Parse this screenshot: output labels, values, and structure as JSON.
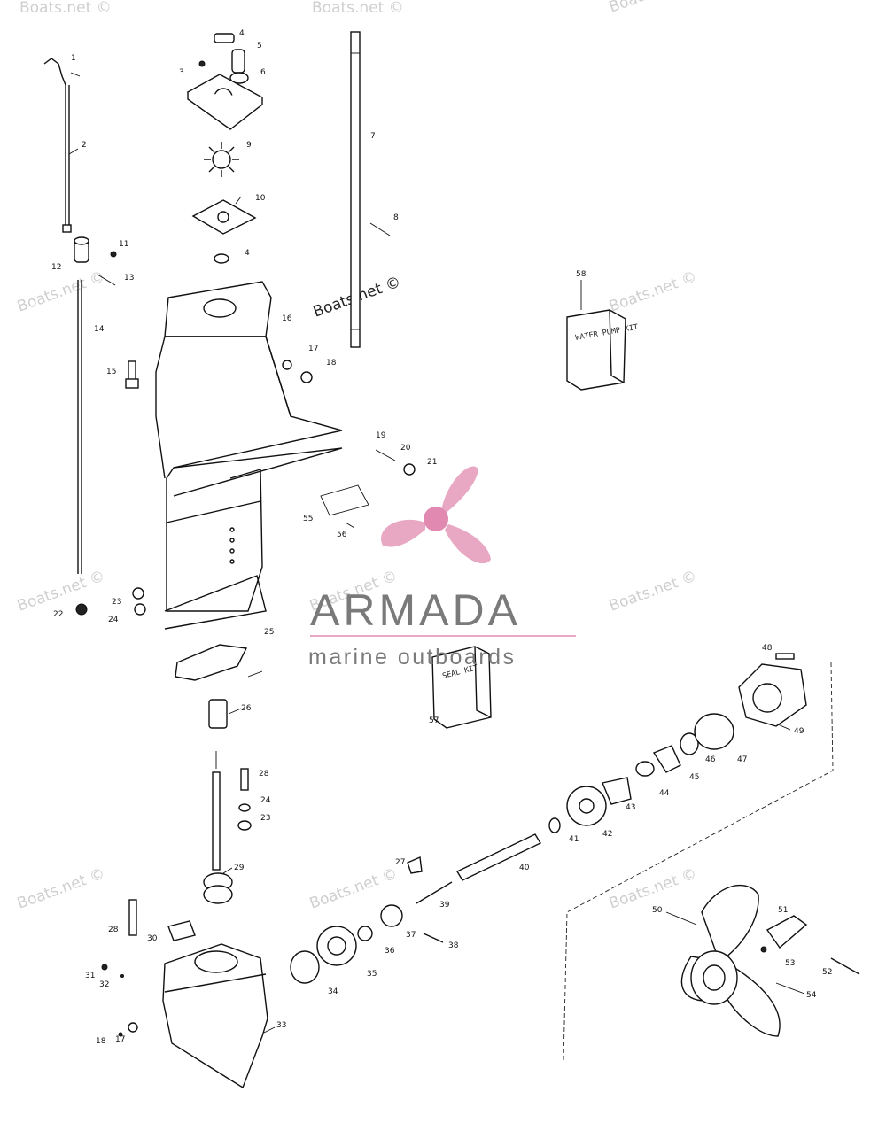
{
  "watermark_text": "Boats.net ©",
  "brand": {
    "name": "ARMADA",
    "tagline": "marine outboards",
    "primary_color": "#7a7a7a",
    "accent_color": "#e8a7c3"
  },
  "kits": {
    "water_pump": "WATER PUMP KIT",
    "seal": "SEAL KIT"
  },
  "callouts": [
    "1",
    "2",
    "3",
    "4",
    "5",
    "6",
    "7",
    "8",
    "9",
    "10",
    "11",
    "12",
    "13",
    "14",
    "15",
    "16",
    "17",
    "18",
    "19",
    "20",
    "21",
    "22",
    "23",
    "24",
    "25",
    "26",
    "27",
    "28",
    "29",
    "30",
    "31",
    "32",
    "33",
    "34",
    "35",
    "36",
    "37",
    "38",
    "39",
    "40",
    "41",
    "42",
    "43",
    "44",
    "45",
    "46",
    "47",
    "48",
    "49",
    "50",
    "51",
    "52",
    "53",
    "54",
    "55",
    "56",
    "57",
    "58"
  ],
  "repeat_callouts": [
    "4",
    "17",
    "18",
    "23",
    "24",
    "28"
  ]
}
